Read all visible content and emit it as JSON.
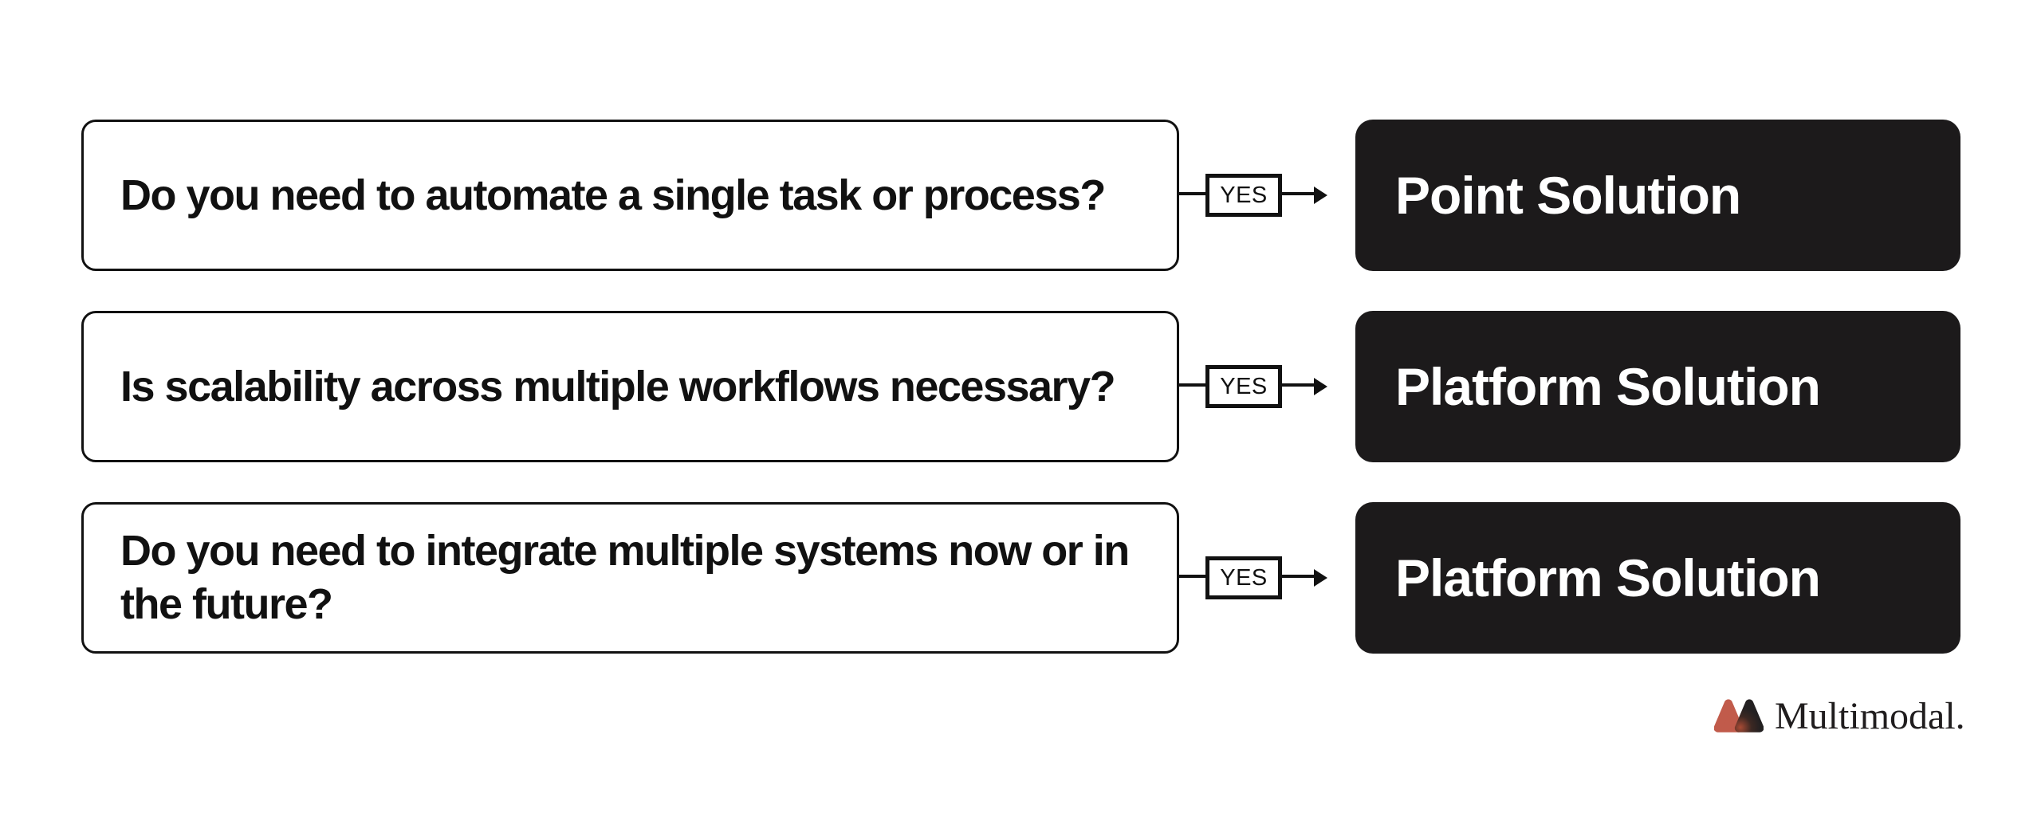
{
  "diagram": {
    "type": "decision-flowchart",
    "rows": [
      {
        "question": "Do you need to automate a single task or process?",
        "connector_label": "YES",
        "result": "Point Solution"
      },
      {
        "question": "Is scalability across multiple workflows necessary?",
        "connector_label": "YES",
        "result": "Platform Solution"
      },
      {
        "question": "Do you need to integrate multiple systems now or in the future?",
        "connector_label": "YES",
        "result": "Platform Solution"
      }
    ]
  },
  "branding": {
    "logo_text": "Multimodal.",
    "logo_mark": "two-overlapping-rounded-triangles"
  },
  "colors": {
    "background": "#ffffff",
    "question_text": "#111111",
    "line": "#111111",
    "result_box_bg": "#1c1a1b",
    "result_text": "#ffffff",
    "logo_terracotta": "#c15b4b",
    "logo_dark": "#232021",
    "logo_text_color": "#201d1e"
  }
}
